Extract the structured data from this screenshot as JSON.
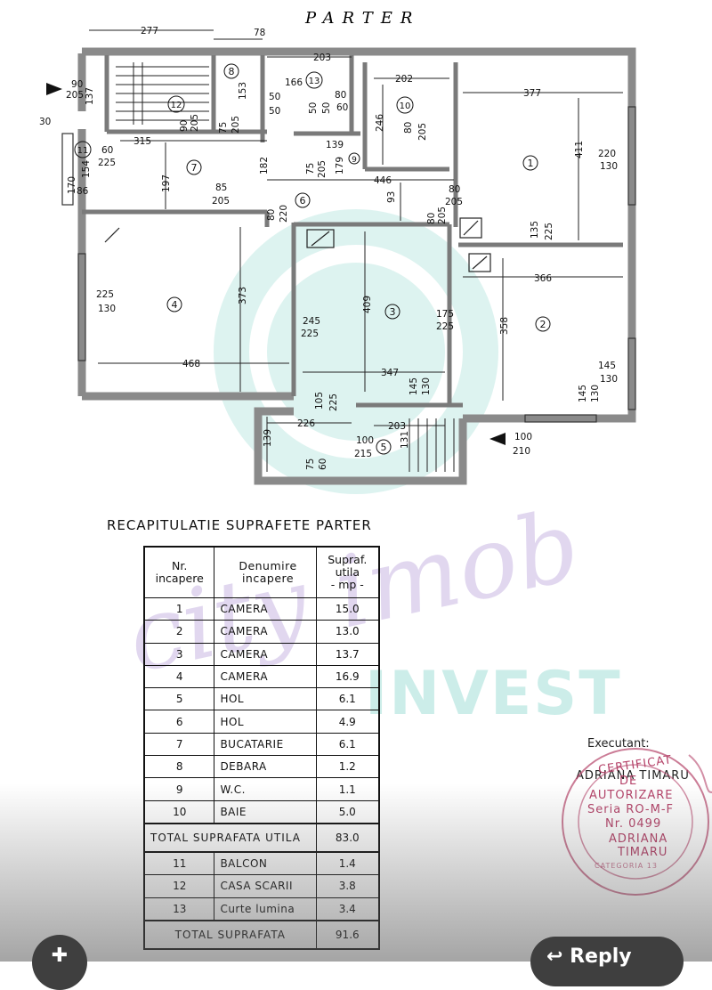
{
  "plan": {
    "title": "PARTER",
    "dims": [
      {
        "t": "277"
      },
      {
        "t": "78"
      },
      {
        "t": "203"
      },
      {
        "t": "166"
      },
      {
        "t": "202"
      },
      {
        "t": "377"
      },
      {
        "t": "90"
      },
      {
        "t": "205"
      },
      {
        "t": "137"
      },
      {
        "t": "153"
      },
      {
        "t": "50"
      },
      {
        "t": "50"
      },
      {
        "t": "50"
      },
      {
        "t": "50"
      },
      {
        "t": "80"
      },
      {
        "t": "60"
      },
      {
        "t": "246"
      },
      {
        "t": "411"
      },
      {
        "t": "220"
      },
      {
        "t": "130"
      },
      {
        "t": "90"
      },
      {
        "t": "205"
      },
      {
        "t": "75"
      },
      {
        "t": "205"
      },
      {
        "t": "30"
      },
      {
        "t": "60"
      },
      {
        "t": "225"
      },
      {
        "t": "315"
      },
      {
        "t": "139"
      },
      {
        "t": "80"
      },
      {
        "t": "205"
      },
      {
        "t": "170"
      },
      {
        "t": "154"
      },
      {
        "t": "86"
      },
      {
        "t": "182"
      },
      {
        "t": "197"
      },
      {
        "t": "75"
      },
      {
        "t": "205"
      },
      {
        "t": "179"
      },
      {
        "t": "85"
      },
      {
        "t": "205"
      },
      {
        "t": "446"
      },
      {
        "t": "93"
      },
      {
        "t": "80"
      },
      {
        "t": "205"
      },
      {
        "t": "80"
      },
      {
        "t": "220"
      },
      {
        "t": "80"
      },
      {
        "t": "205"
      },
      {
        "t": "135"
      },
      {
        "t": "225"
      },
      {
        "t": "366"
      },
      {
        "t": "225"
      },
      {
        "t": "130"
      },
      {
        "t": "373"
      },
      {
        "t": "409"
      },
      {
        "t": "245"
      },
      {
        "t": "225"
      },
      {
        "t": "175"
      },
      {
        "t": "225"
      },
      {
        "t": "358"
      },
      {
        "t": "468"
      },
      {
        "t": "347"
      },
      {
        "t": "145"
      },
      {
        "t": "130"
      },
      {
        "t": "105"
      },
      {
        "t": "225"
      },
      {
        "t": "145"
      },
      {
        "t": "130"
      },
      {
        "t": "145"
      },
      {
        "t": "130"
      },
      {
        "t": "226"
      },
      {
        "t": "203"
      },
      {
        "t": "139"
      },
      {
        "t": "100"
      },
      {
        "t": "215"
      },
      {
        "t": "131"
      },
      {
        "t": "75"
      },
      {
        "t": "60"
      },
      {
        "t": "100"
      },
      {
        "t": "210"
      }
    ],
    "rooms": [
      "1",
      "2",
      "3",
      "4",
      "5",
      "6",
      "7",
      "8",
      "9",
      "10",
      "11",
      "12",
      "13"
    ]
  },
  "recap": {
    "title": "RECAPITULATIE SUPRAFETE PARTER",
    "headers": {
      "nr": [
        "Nr.",
        "incapere"
      ],
      "name": [
        "Denumire",
        "incapere"
      ],
      "area": [
        "Supraf.",
        "utila",
        "- mp -"
      ]
    },
    "rows": [
      {
        "nr": "1",
        "name": "CAMERA",
        "area": "15.0"
      },
      {
        "nr": "2",
        "name": "CAMERA",
        "area": "13.0"
      },
      {
        "nr": "3",
        "name": "CAMERA",
        "area": "13.7"
      },
      {
        "nr": "4",
        "name": "CAMERA",
        "area": "16.9"
      },
      {
        "nr": "5",
        "name": "HOL",
        "area": "6.1"
      },
      {
        "nr": "6",
        "name": "HOL",
        "area": "4.9"
      },
      {
        "nr": "7",
        "name": "BUCATARIE",
        "area": "6.1"
      },
      {
        "nr": "8",
        "name": "DEBARA",
        "area": "1.2"
      },
      {
        "nr": "9",
        "name": "W.C.",
        "area": "1.1"
      },
      {
        "nr": "10",
        "name": "BAIE",
        "area": "5.0"
      }
    ],
    "total_util_label": "TOTAL SUPRAFATA UTILA",
    "total_util_value": "83.0",
    "rows2": [
      {
        "nr": "11",
        "name": "BALCON",
        "area": "1.4"
      },
      {
        "nr": "12",
        "name": "CASA SCARII",
        "area": "3.8"
      },
      {
        "nr": "13",
        "name": "Curte lumina",
        "area": "3.4"
      }
    ],
    "total_label": "TOTAL SUPRAFATA",
    "total_value": "91.6"
  },
  "watermark": {
    "script": "city imob",
    "word": "INVEST",
    "color": "#8fd9cf",
    "accent": "#c9b8e3"
  },
  "signature": {
    "label": "Executant:",
    "name": "ADRIANA TIMARU",
    "stamp_lines": [
      "CERTIFICAT",
      "DE",
      "AUTORIZARE",
      "Seria RO-M-F",
      "Nr. 0499",
      "ADRIANA",
      "TIMARU",
      "CATEGORIA 13"
    ],
    "stamp_color": "#b5446a"
  },
  "overlay": {
    "left_icon": "add-comment-icon",
    "reply_label": "Reply",
    "reply_icon": "reply-arrow-icon"
  }
}
